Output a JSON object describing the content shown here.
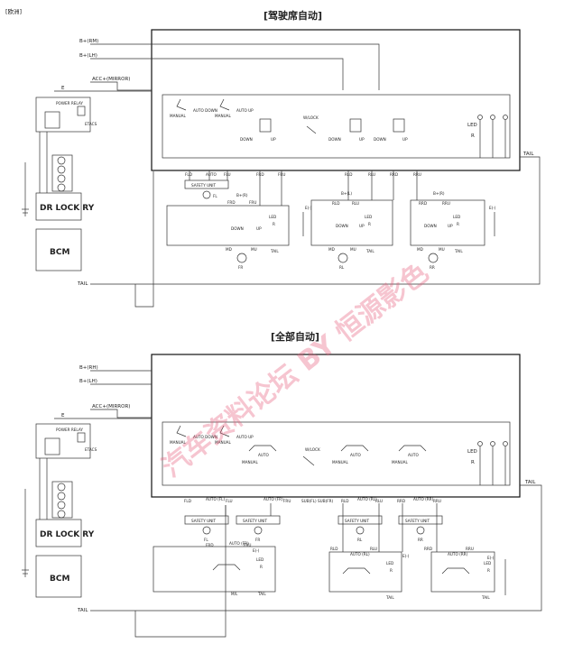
{
  "region_label": "[欧洲]",
  "watermark": "汽车资料论坛 BY 恒源影色",
  "sections": [
    {
      "title": "[驾驶席自动]",
      "bplus_rm": "B+(RM)",
      "bplus_lh": "B+(LH)",
      "acc": "ACC+(MIRROR)",
      "e": "E",
      "power_relay": "POWER RELAY",
      "etacs": "ETACS",
      "dr_lock_ry": "DR LOCK RY",
      "bcm": "BCM",
      "tail": "TAIL",
      "switches": [
        "MANUAL",
        "AUTO DOWN",
        "MANUAL",
        "AUTO UP",
        "DOWN",
        "UP",
        "W/LOCK",
        "DOWN",
        "UP",
        "DOWN",
        "UP"
      ],
      "led_r": [
        "LED",
        "R"
      ],
      "bus_labels": [
        "FLD",
        "AUTO",
        "FLU",
        "FRD",
        "FRU",
        "RLD",
        "RLU",
        "RRD",
        "RRU"
      ],
      "safety_unit": "SAFETY UNIT",
      "fl": "FL",
      "doors": [
        {
          "bplus": "B+(R)",
          "d": "FRD",
          "u": "FRU",
          "down": "DOWN",
          "up": "UP",
          "led": "LED",
          "r": "R",
          "tail": "TAIL",
          "md": "MD",
          "mu": "MU",
          "name": "FR",
          "e": "E(-)"
        },
        {
          "bplus": "B+(L)",
          "d": "RLD",
          "u": "RLU",
          "down": "DOWN",
          "up": "UP",
          "led": "LED",
          "r": "R",
          "tail": "TAIL",
          "md": "MD",
          "mu": "MU",
          "name": "RL",
          "e": ""
        },
        {
          "bplus": "B+(R)",
          "d": "RRD",
          "u": "RRU",
          "down": "DOWN",
          "up": "UP",
          "led": "LED",
          "r": "R",
          "tail": "TAIL",
          "md": "MD",
          "mu": "MU",
          "name": "RR",
          "e": "E(-)"
        }
      ]
    },
    {
      "title": "[全部自动]",
      "bplus_rm": "B+(RH)",
      "bplus_lh": "B+(LH)",
      "acc": "ACC+(MIRROR)",
      "e": "E",
      "power_relay": "POWER RELAY",
      "etacs": "ETACS",
      "dr_lock_ry": "DR LOCK RY",
      "bcm": "BCM",
      "tail": "TAIL",
      "switches": [
        "MANUAL",
        "AUTO DOWN",
        "MANUAL",
        "AUTO UP",
        "AUTO",
        "MANUAL",
        "W/LOCK",
        "AUTO",
        "MANUAL",
        "AUTO",
        "MANUAL"
      ],
      "led_r": [
        "LED",
        "R"
      ],
      "bus_labels": [
        "FLD",
        "AUTO (FL)",
        "FLU",
        "AUTO (FR)",
        "FRU",
        "SUB(FL)",
        "SUB(FR)",
        "RLD",
        "AUTO (RL)",
        "RLU",
        "RRD",
        "AUTO (RR)",
        "RRU"
      ],
      "safety_unit": "SAFETY UNIT",
      "fl": "FL",
      "fr": "FR",
      "rl": "RL",
      "rr": "RR",
      "doors": [
        {
          "bplus": "",
          "d": "FRD",
          "u": "FRU",
          "auto": "AUTO (FR)",
          "led": "LED",
          "r": "R",
          "tail": "TAIL",
          "name": "M/L",
          "e": "E(-)"
        },
        {
          "bplus": "",
          "d": "RLD",
          "u": "RLU",
          "auto": "AUTO (RL)",
          "led": "LED",
          "r": "R",
          "tail": "TAIL",
          "name": "",
          "e": "E(-)"
        },
        {
          "bplus": "",
          "d": "RRD",
          "u": "RRU",
          "auto": "AUTO (RR)",
          "led": "LED",
          "r": "R",
          "tail": "TAIL",
          "name": "",
          "e": "E(-)"
        }
      ]
    }
  ]
}
